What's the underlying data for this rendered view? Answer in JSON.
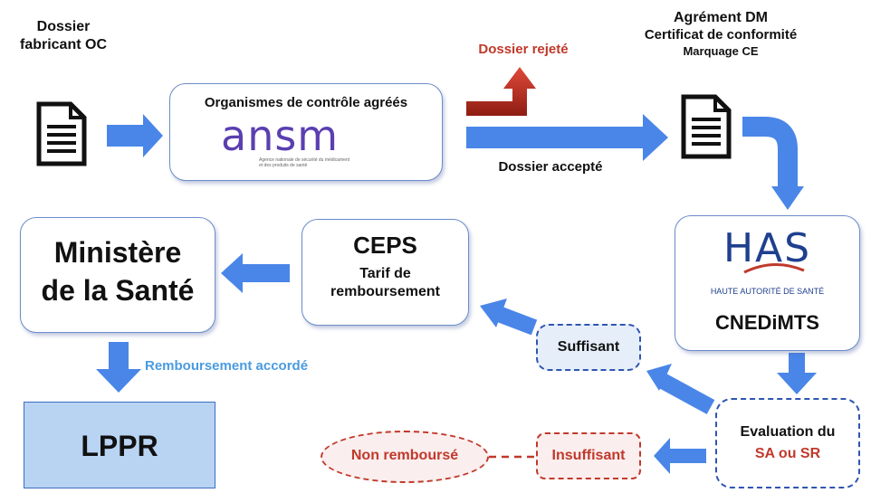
{
  "dossier_fabricant": [
    "Dossier",
    "fabricant OC"
  ],
  "oc_box": {
    "title": "Organismes de contrôle agréés",
    "logo_text": "ansm",
    "logo_subtitle": [
      "Agence nationale de sécurité du médicament",
      "et des produits de santé"
    ]
  },
  "dossier_rejete": "Dossier rejeté",
  "dossier_accepte": "Dossier accepté",
  "agrement": [
    "Agrément DM",
    "Certificat de conformité",
    "Marquage CE"
  ],
  "has_box": {
    "logo_text": "HAS",
    "logo_subtitle": "HAUTE AUTORITÉ DE SANTÉ",
    "name": "CNEDiMTS"
  },
  "ceps_box": {
    "title": "CEPS",
    "line1": "Tarif de",
    "line2": "remboursement"
  },
  "ministere": [
    "Ministère",
    "de la Santé"
  ],
  "remboursement_accorde": "Remboursement accordé",
  "lppr": "LPPR",
  "suffisant": "Suffisant",
  "insuffisant": "Insuffisant",
  "non_rembourse": "Non remboursé",
  "evaluation": {
    "line1": "Evaluation du",
    "line2": "SA ou SR"
  },
  "colors": {
    "arrow_blue": "#4a86e8",
    "reject_red": "#c0392b",
    "highlight_blue": "#4a9be0",
    "lppr_fill": "#b9d3f2"
  }
}
